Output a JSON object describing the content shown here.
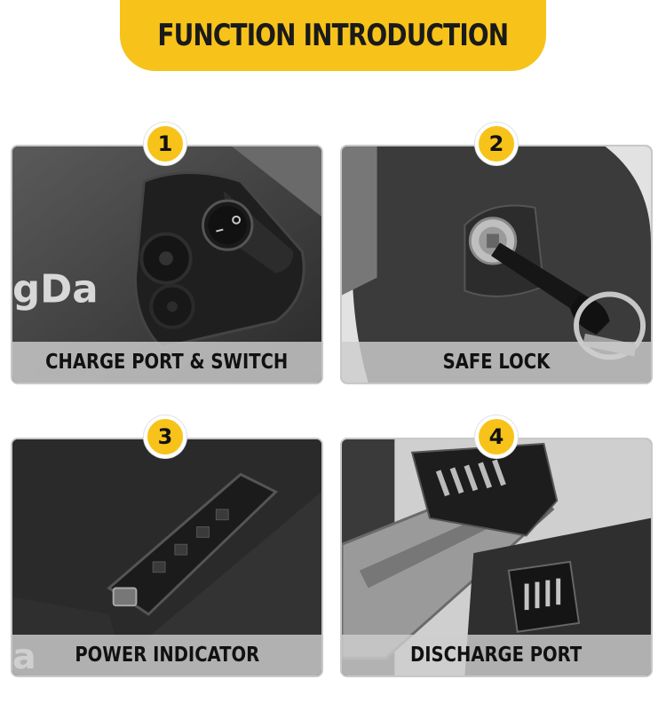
{
  "header": {
    "title": "FUNCTION INTRODUCTION"
  },
  "features": [
    {
      "number": "1",
      "caption": "CHARGE PORT & SWITCH",
      "brand_text": "gDa",
      "switch_symbol_off": "o",
      "switch_symbol_on": "—"
    },
    {
      "number": "2",
      "caption": "SAFE LOCK"
    },
    {
      "number": "3",
      "caption": "POWER INDICATOR",
      "brand_text": "a"
    },
    {
      "number": "4",
      "caption": "DISCHARGE PORT"
    }
  ],
  "colors": {
    "accent": "#f7c31a",
    "text": "#111111"
  }
}
